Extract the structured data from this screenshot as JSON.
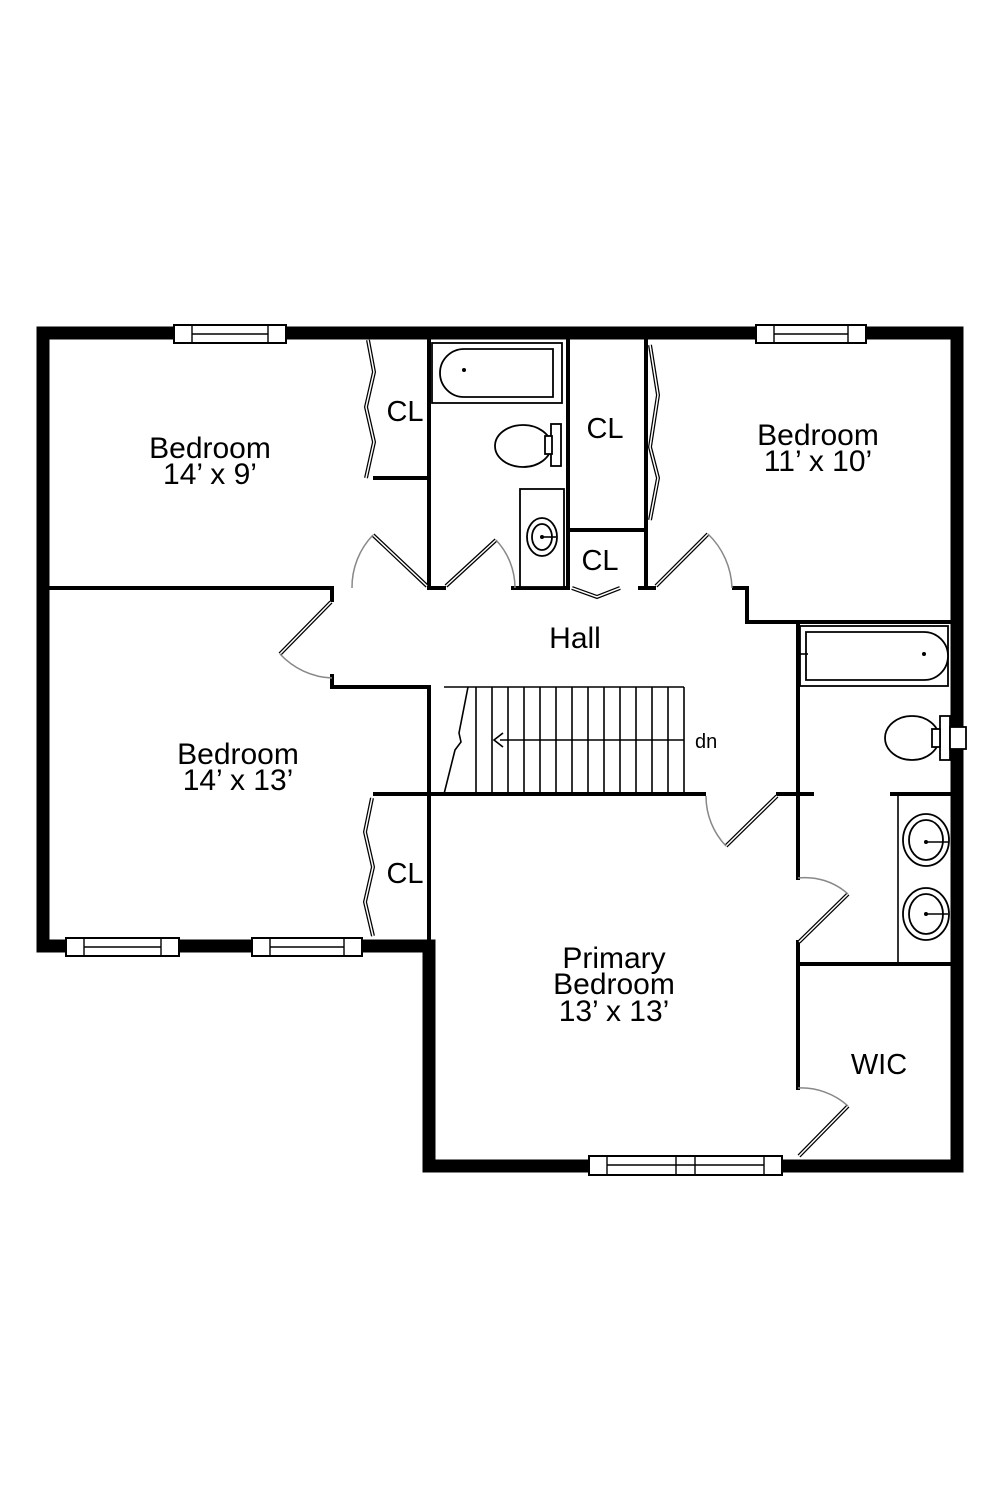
{
  "rooms": {
    "bedroom_top_left": {
      "name": "Bedroom",
      "size": "14’ x 9’"
    },
    "bedroom_top_right": {
      "name": "Bedroom",
      "size": "11’ x 10’"
    },
    "bedroom_middle_left": {
      "name": "Bedroom",
      "size": "14’ x 13’"
    },
    "primary_bedroom": {
      "name_line1": "Primary",
      "name_line2": "Bedroom",
      "size": "13’ x 13’"
    },
    "hall": {
      "name": "Hall"
    },
    "closet_top_left": {
      "name": "CL"
    },
    "closet_top_middle": {
      "name": "CL"
    },
    "closet_hall": {
      "name": "CL"
    },
    "closet_middle_left": {
      "name": "CL"
    },
    "walk_in_closet": {
      "name": "WIC"
    }
  },
  "stairs": {
    "direction_label": "dn"
  }
}
